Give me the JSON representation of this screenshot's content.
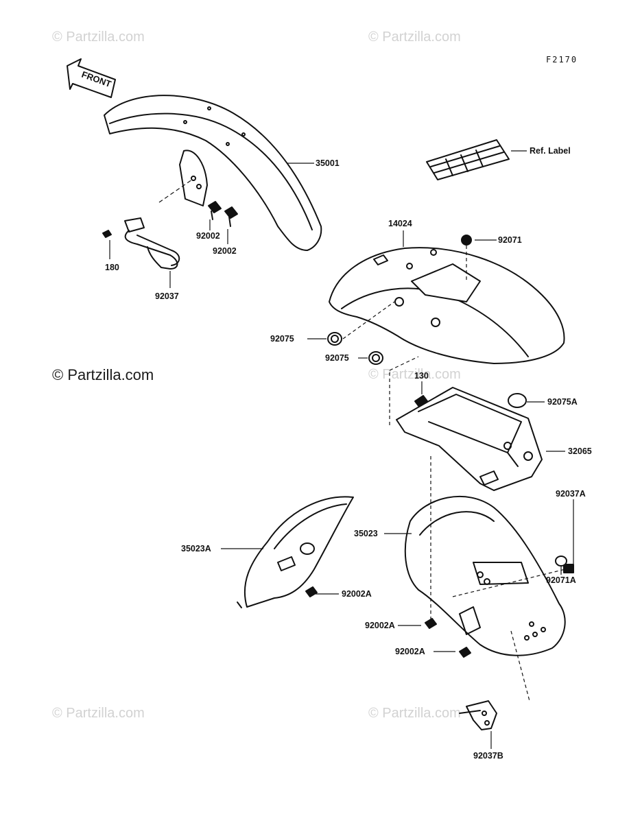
{
  "diagram_code": "F2170",
  "front_arrow_text": "FRONT",
  "watermarks": {
    "top_left": "© Partzilla.com",
    "top_right": "© Partzilla.com",
    "middle_left": "© Partzilla.com",
    "middle_right": "© Partzilla.com",
    "bottom_left": "© Partzilla.com",
    "bottom_right": "© Partzilla.com"
  },
  "callouts": {
    "p35001": "35001",
    "p92002_a": "92002",
    "p92002_b": "92002",
    "p180": "180",
    "p92037": "92037",
    "ref_label": "Ref. Label",
    "p14024": "14024",
    "p92071": "92071",
    "p92075_a": "92075",
    "p92075_b": "92075",
    "p130": "130",
    "p92075A": "92075A",
    "p32065": "32065",
    "p92037A": "92037A",
    "p35023": "35023",
    "p35023A": "35023A",
    "p92071A": "92071A",
    "p92002A_left": "92002A",
    "p92002A_mid": "92002A",
    "p92002A_low": "92002A",
    "p92037B": "92037B"
  }
}
